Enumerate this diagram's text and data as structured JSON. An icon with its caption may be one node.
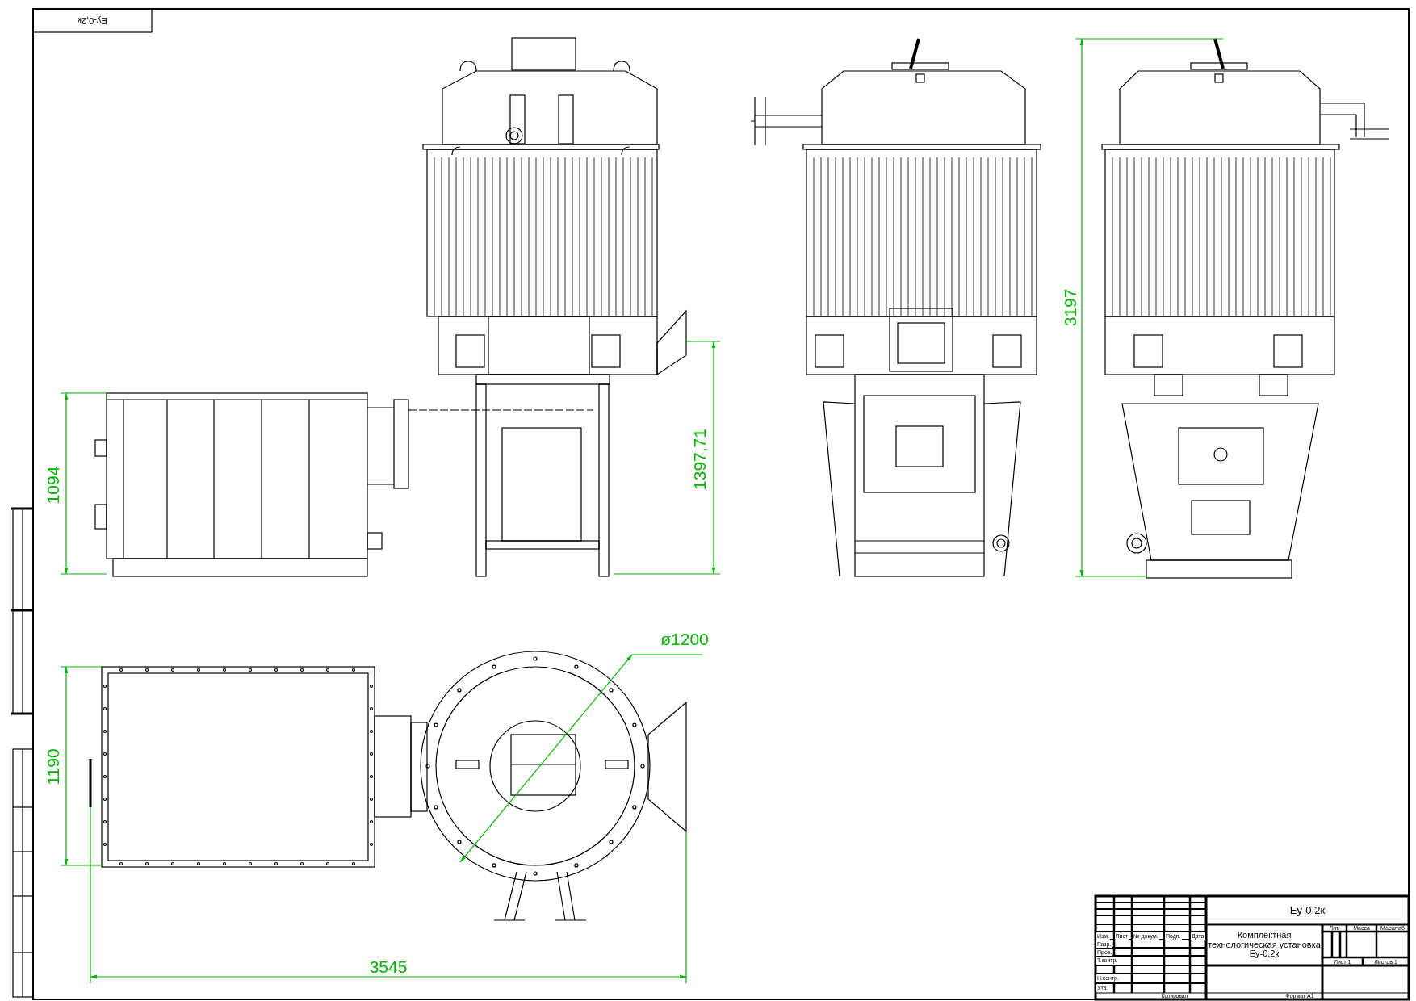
{
  "diagram": {
    "labels": [
      "Еу-0,2к",
      "1094",
      "1397,71",
      "3197",
      "ø1200",
      "1190",
      "3545",
      "Изм.",
      "Лист",
      "№ докум.",
      "Подп.",
      "Дата",
      "Еу-0,2к",
      "Комплектная технологическая установка Еу-0,2к",
      "Лит.",
      "Масса",
      "Масштаб",
      "Разр.",
      "Пров.",
      "Т.контр.",
      "Лист 1",
      "Листов 1",
      "Н.контр.",
      "Утв.",
      "Копировал",
      "Формат А1"
    ]
  }
}
